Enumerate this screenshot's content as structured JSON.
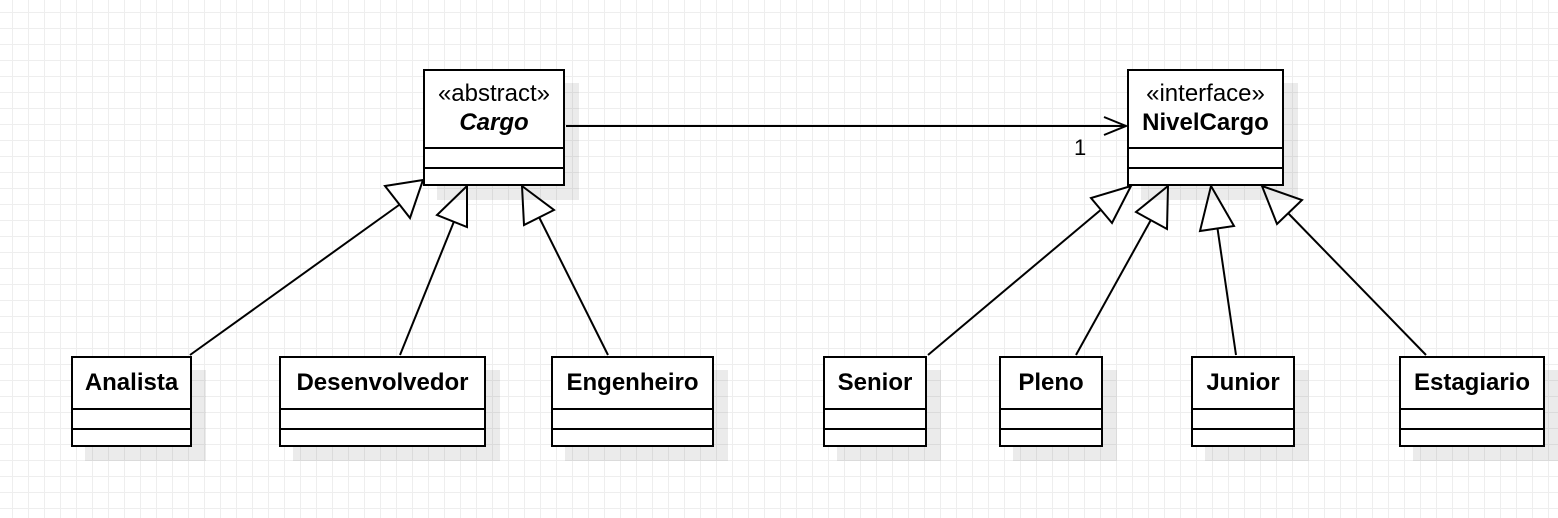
{
  "diagram": {
    "classes": [
      {
        "id": "cargo",
        "stereotype": "«abstract»",
        "name": "Cargo",
        "abstract": true
      },
      {
        "id": "nivelcargo",
        "stereotype": "«interface»",
        "name": "NivelCargo",
        "abstract": false
      },
      {
        "id": "analista",
        "name": "Analista"
      },
      {
        "id": "desenvolvedor",
        "name": "Desenvolvedor"
      },
      {
        "id": "engenheiro",
        "name": "Engenheiro"
      },
      {
        "id": "senior",
        "name": "Senior"
      },
      {
        "id": "pleno",
        "name": "Pleno"
      },
      {
        "id": "junior",
        "name": "Junior"
      },
      {
        "id": "estagiario",
        "name": "Estagiario"
      }
    ],
    "association": {
      "from": "Cargo",
      "to": "NivelCargo",
      "multiplicity": "1"
    },
    "generalizations": [
      {
        "child": "Analista",
        "parent": "Cargo"
      },
      {
        "child": "Desenvolvedor",
        "parent": "Cargo"
      },
      {
        "child": "Engenheiro",
        "parent": "Cargo"
      },
      {
        "child": "Senior",
        "parent": "NivelCargo"
      },
      {
        "child": "Pleno",
        "parent": "NivelCargo"
      },
      {
        "child": "Junior",
        "parent": "NivelCargo"
      },
      {
        "child": "Estagiario",
        "parent": "NivelCargo"
      }
    ]
  }
}
